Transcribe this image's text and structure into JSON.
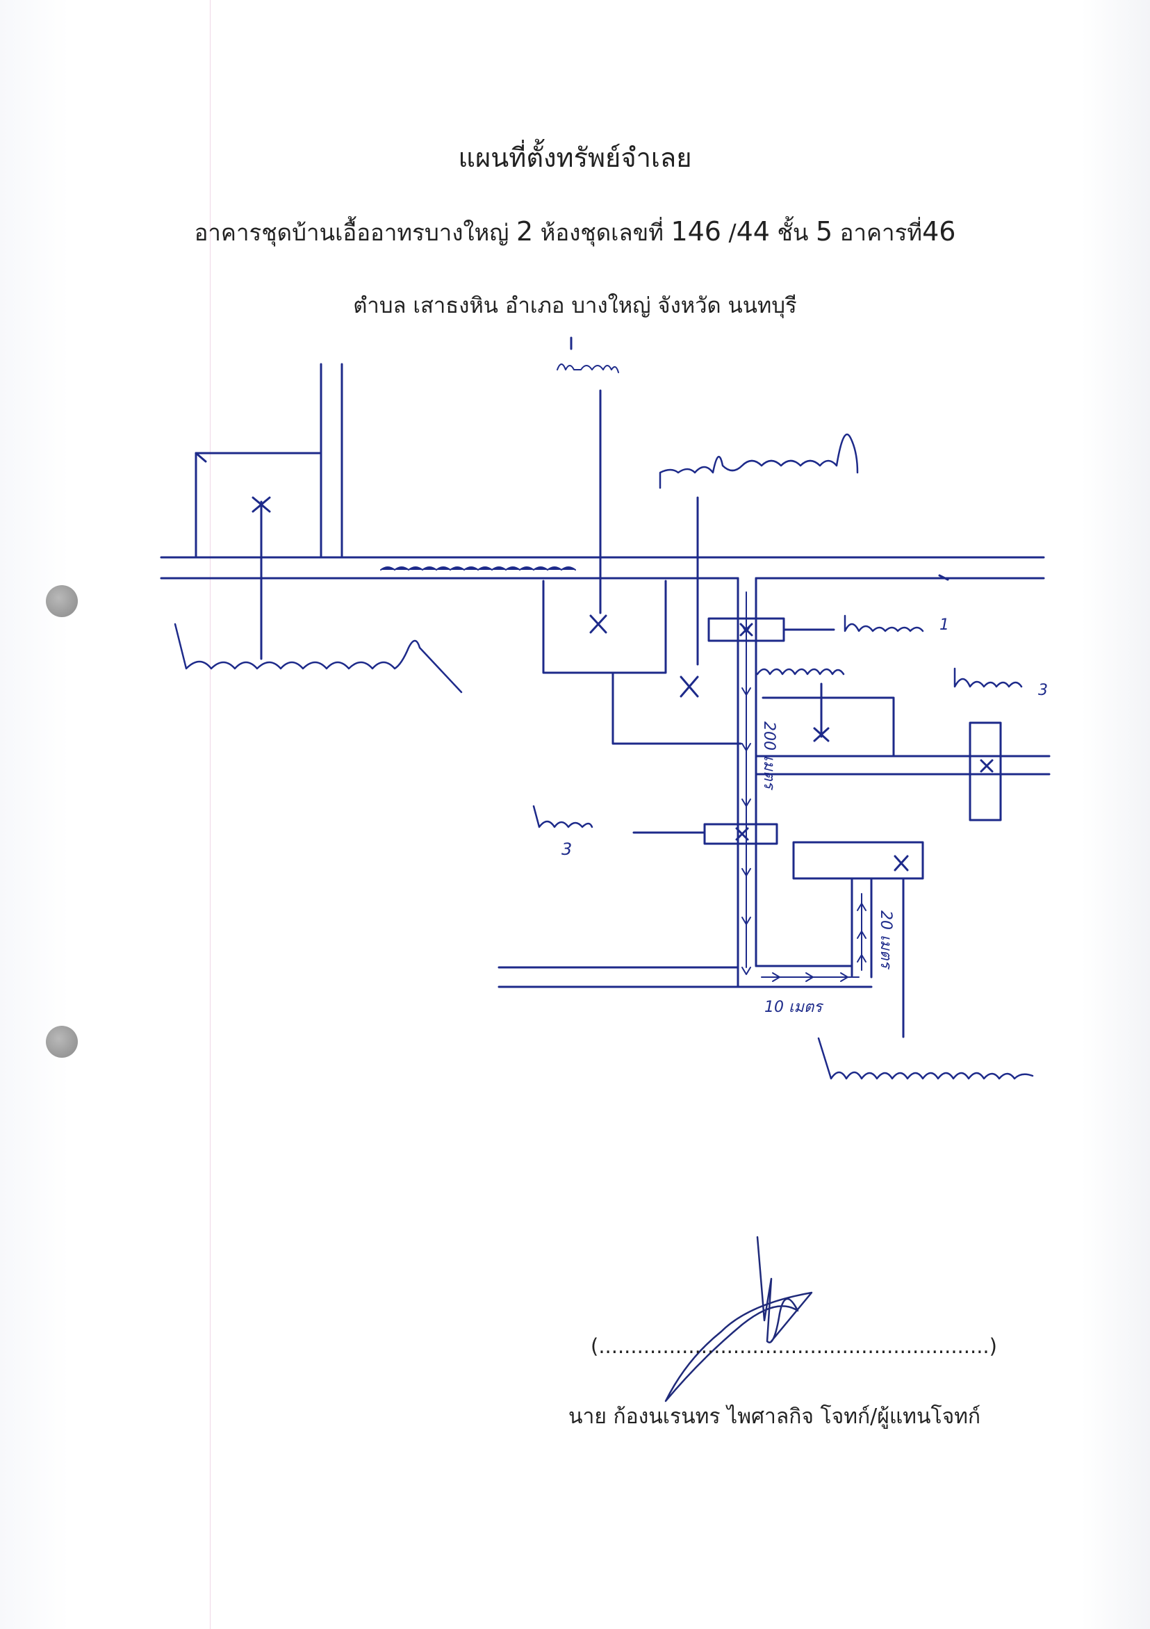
{
  "document": {
    "title": "แผนที่ตั้งทรัพย์จำเลย",
    "building_line": {
      "prefix": "อาคารชุดบ้านเอื้ออาทรบางใหญ่",
      "building_no": "2",
      "room_label": "ห้องชุดเลขที่",
      "room_no_a": "146",
      "slash": "/",
      "room_no_b": "44",
      "floor_label": "ชั้น",
      "floor_no": "5",
      "bldg_label": "อาคารที่",
      "bldg_no": "46"
    },
    "location_line": "ตำบล เสาธงหิน  อำเภอ บางใหญ่  จังหวัด  นนทบุรี",
    "signature": {
      "dotted_line": "(.............................................................)",
      "signer": "นาย ก้องนเรนทร  ไพศาลกิจ โจทก์/ผู้แทนโจทก์"
    }
  },
  "map": {
    "ink_color": "#1d2a8a",
    "labels": {
      "dist_200": "200 เมตร",
      "dist_20": "20 เมตร",
      "dist_10": "10 เมตร",
      "num_3": "3",
      "num_1": "1"
    }
  }
}
